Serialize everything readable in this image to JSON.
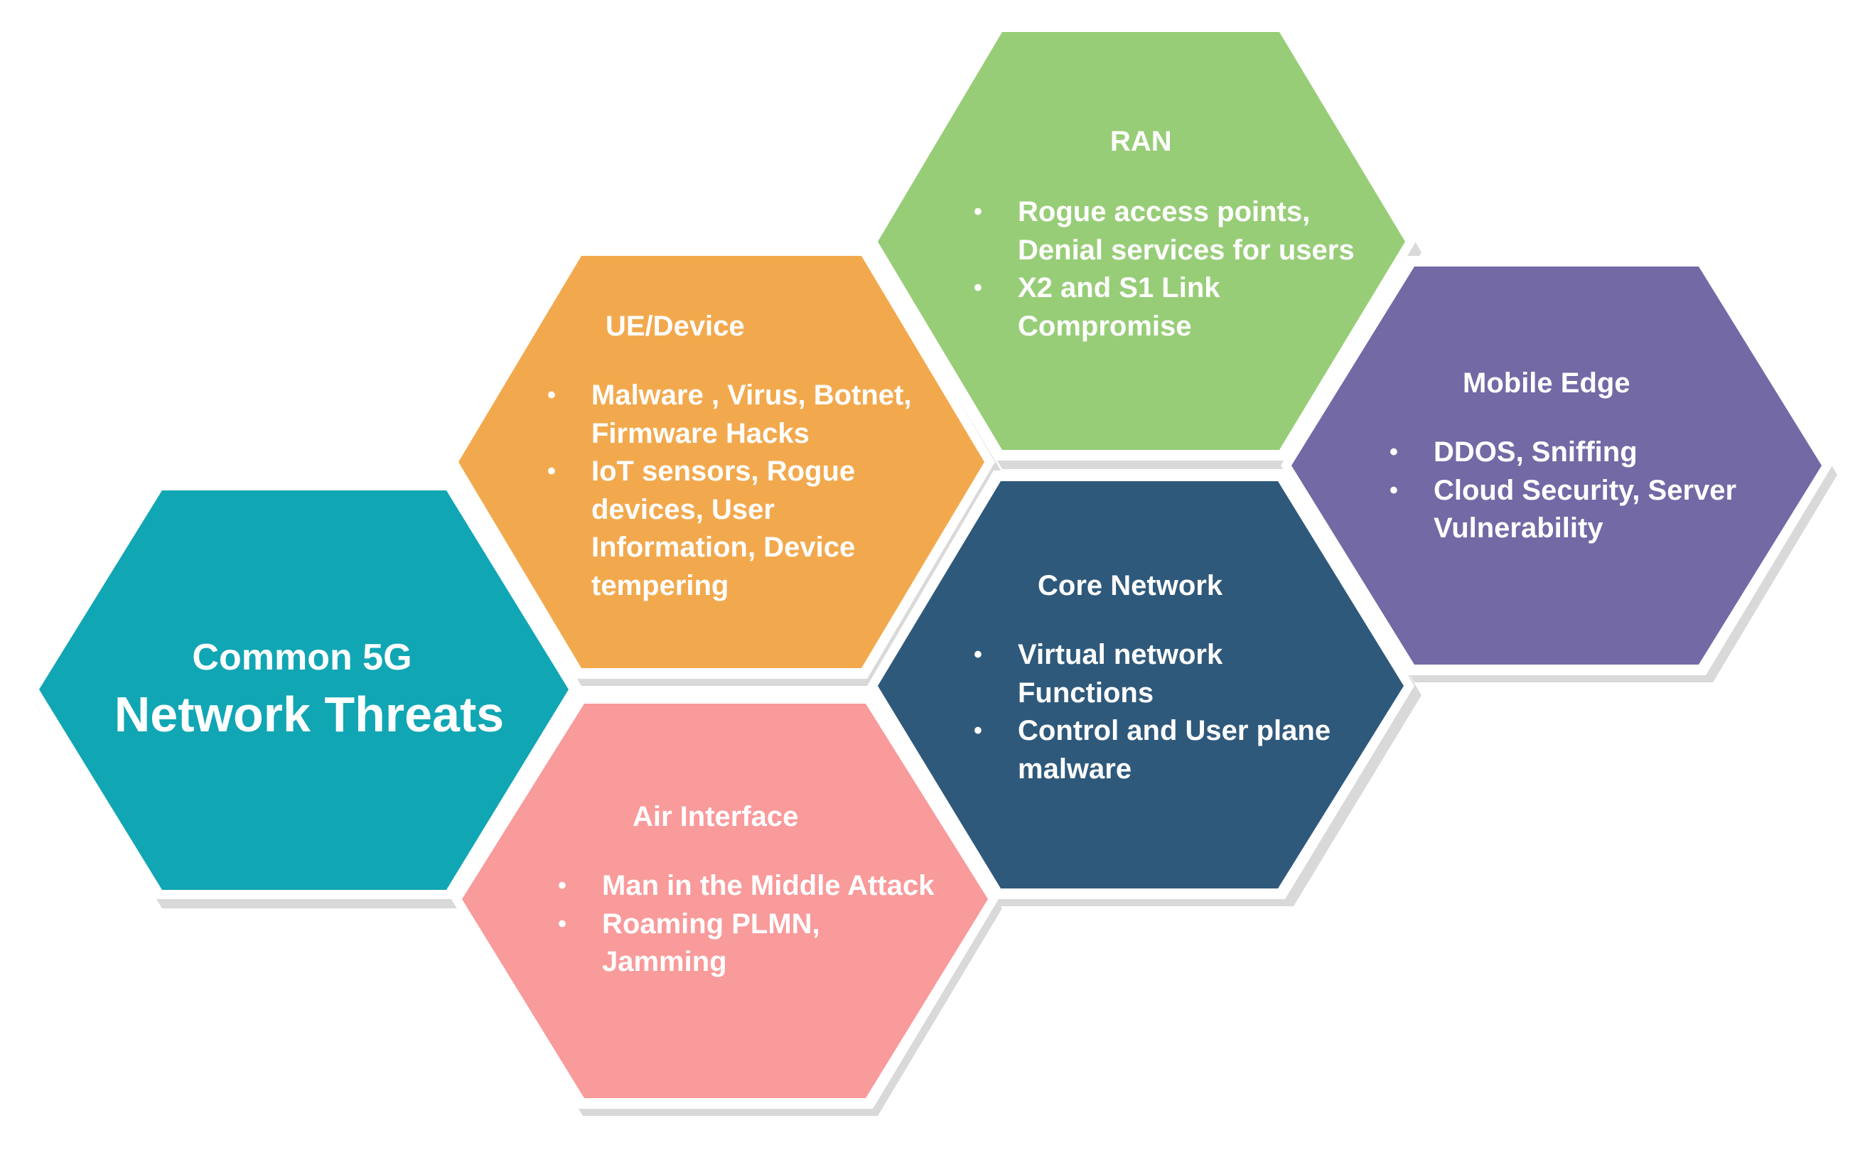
{
  "diagram": {
    "center": {
      "line1": "Common 5G",
      "line2": "Network Threats",
      "color": "#11A6B4"
    },
    "hexes": [
      {
        "id": "ue-device",
        "title": "UE/Device",
        "color": "#F2A94E",
        "bullets": [
          [
            "Malware , Virus, Botnet,",
            "Firmware Hacks"
          ],
          [
            "IoT sensors, Rogue",
            "devices, User",
            "Information, Device",
            "tempering"
          ]
        ]
      },
      {
        "id": "ran",
        "title": "RAN",
        "color": "#98CD78",
        "bullets": [
          [
            "Rogue access points,",
            "Denial services for users"
          ],
          [
            "X2 and S1 Link",
            "Compromise"
          ]
        ]
      },
      {
        "id": "mobile-edge",
        "title": "Mobile Edge",
        "color": "#7269A5",
        "bullets": [
          [
            "DDOS, Sniffing"
          ],
          [
            "Cloud Security, Server",
            "Vulnerability"
          ]
        ]
      },
      {
        "id": "core-network",
        "title": "Core Network",
        "color": "#2F597B",
        "bullets": [
          [
            "Virtual network",
            "Functions"
          ],
          [
            "Control and User plane",
            "malware"
          ]
        ]
      },
      {
        "id": "air-interface",
        "title": "Air Interface",
        "color": "#F99A9B",
        "bullets": [
          [
            "Man in the Middle Attack"
          ],
          [
            "Roaming PLMN,",
            "Jamming"
          ]
        ]
      }
    ]
  }
}
